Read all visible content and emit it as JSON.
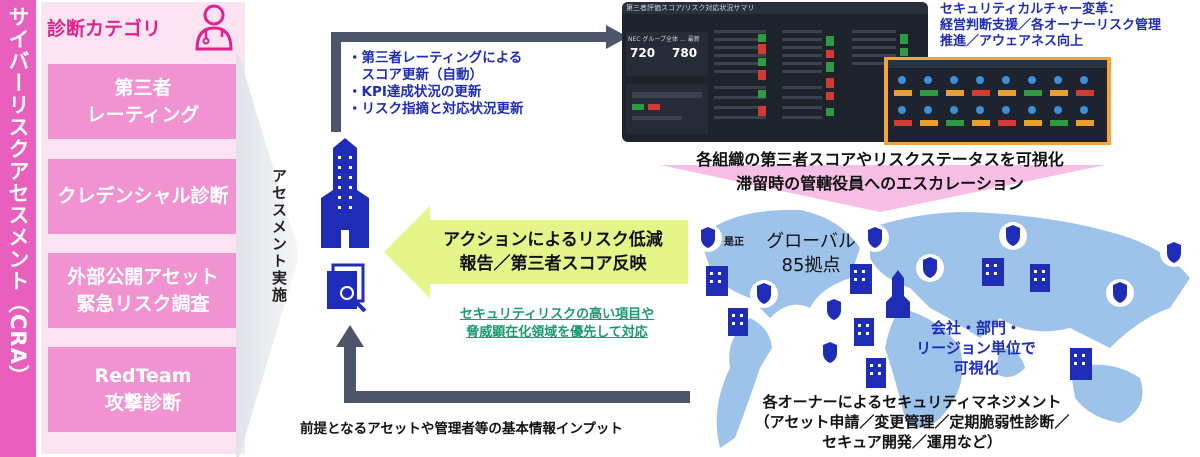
{
  "vertical_title": "サイバーリスクアセスメント（CRA）",
  "category_title": "診断カテゴリ",
  "categories": [
    {
      "label": "第三者\nレーティング"
    },
    {
      "label": "クレデンシャル診断"
    },
    {
      "label": "外部公開アセット\n緊急リスク調査"
    },
    {
      "label": "RedTeam\n攻撃診断"
    }
  ],
  "assessment_label": "アセスメント実施",
  "update_notes": [
    "・第三者レーティングによる",
    "　スコア更新（自動）",
    "・KPI達成状況の更新",
    "・リスク指摘と対応状況更新"
  ],
  "culture_note": [
    "セキュリティカルチャー変革：",
    "経営判断支援／各オーナーリスク管理",
    "推進／アウェアネス向上"
  ],
  "dashboard": {
    "title": "第三者評価スコア/リスク対応状況サマリ",
    "group_label": "NEC グループ全体 … 最新",
    "score_a": "720",
    "score_b": "780"
  },
  "visualize_caption": [
    "各組織の第三者スコアやリスクステータスを可視化",
    "滞留時の管轄役員へのエスカレーション"
  ],
  "action_arrow": [
    "アクションによるリスク低減",
    "報告／第三者スコア反映"
  ],
  "priority_note": [
    "セキュリティリスクの高い項目や",
    "脅威顕在化領域を優先して対応"
  ],
  "global_label": [
    "グローバル",
    "85拠点"
  ],
  "fix_badge": "是正",
  "unit_label": [
    "会社・部門・",
    "リージョン単位で",
    "可視化"
  ],
  "mgmt_caption": [
    "各オーナーによるセキュリティマネジメント",
    "（アセット申請／変更管理／定期脆弱性診断／",
    "セキュア開発／運用など）"
  ],
  "input_caption": "前提となるアセットや管理者等の基本情報インプット",
  "colors": {
    "pink": "#e85fbd",
    "pink_box": "#f093d0",
    "pink_light": "#fce3f2",
    "navy": "#1f2db6",
    "arrow_gray": "#4d5668",
    "arrow_yellow": "#e6f58a",
    "map_blue": "#9ec3ea",
    "dark_screen": "#1d222b",
    "orange_frame": "#f3a53b"
  },
  "icons": [
    "person-icon",
    "building-icon",
    "document-search-icon",
    "shield-icon",
    "rocket-building-icon"
  ]
}
